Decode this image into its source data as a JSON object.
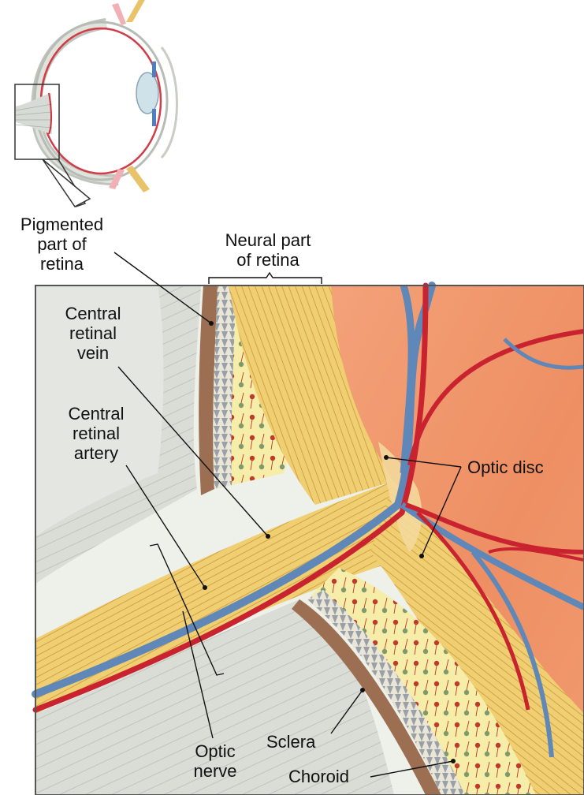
{
  "labels": {
    "pigmented_part": "Pigmented\npart of\nretina",
    "neural_part": "Neural part\nof retina",
    "central_vein": "Central\nretinal\nvein",
    "central_artery": "Central\nretinal\nartery",
    "optic_disc": "Optic disc",
    "sclera": "Sclera",
    "choroid": "Choroid",
    "optic_nerve": "Optic\nnerve"
  },
  "colors": {
    "sclera": "#d9ddd6",
    "nerve": "#f0cf72",
    "retina": "#f5eda8",
    "choroid": "#9c6f52",
    "eye_interior": "#ee9366",
    "artery": "#c9232f",
    "vein": "#5f87b8"
  }
}
